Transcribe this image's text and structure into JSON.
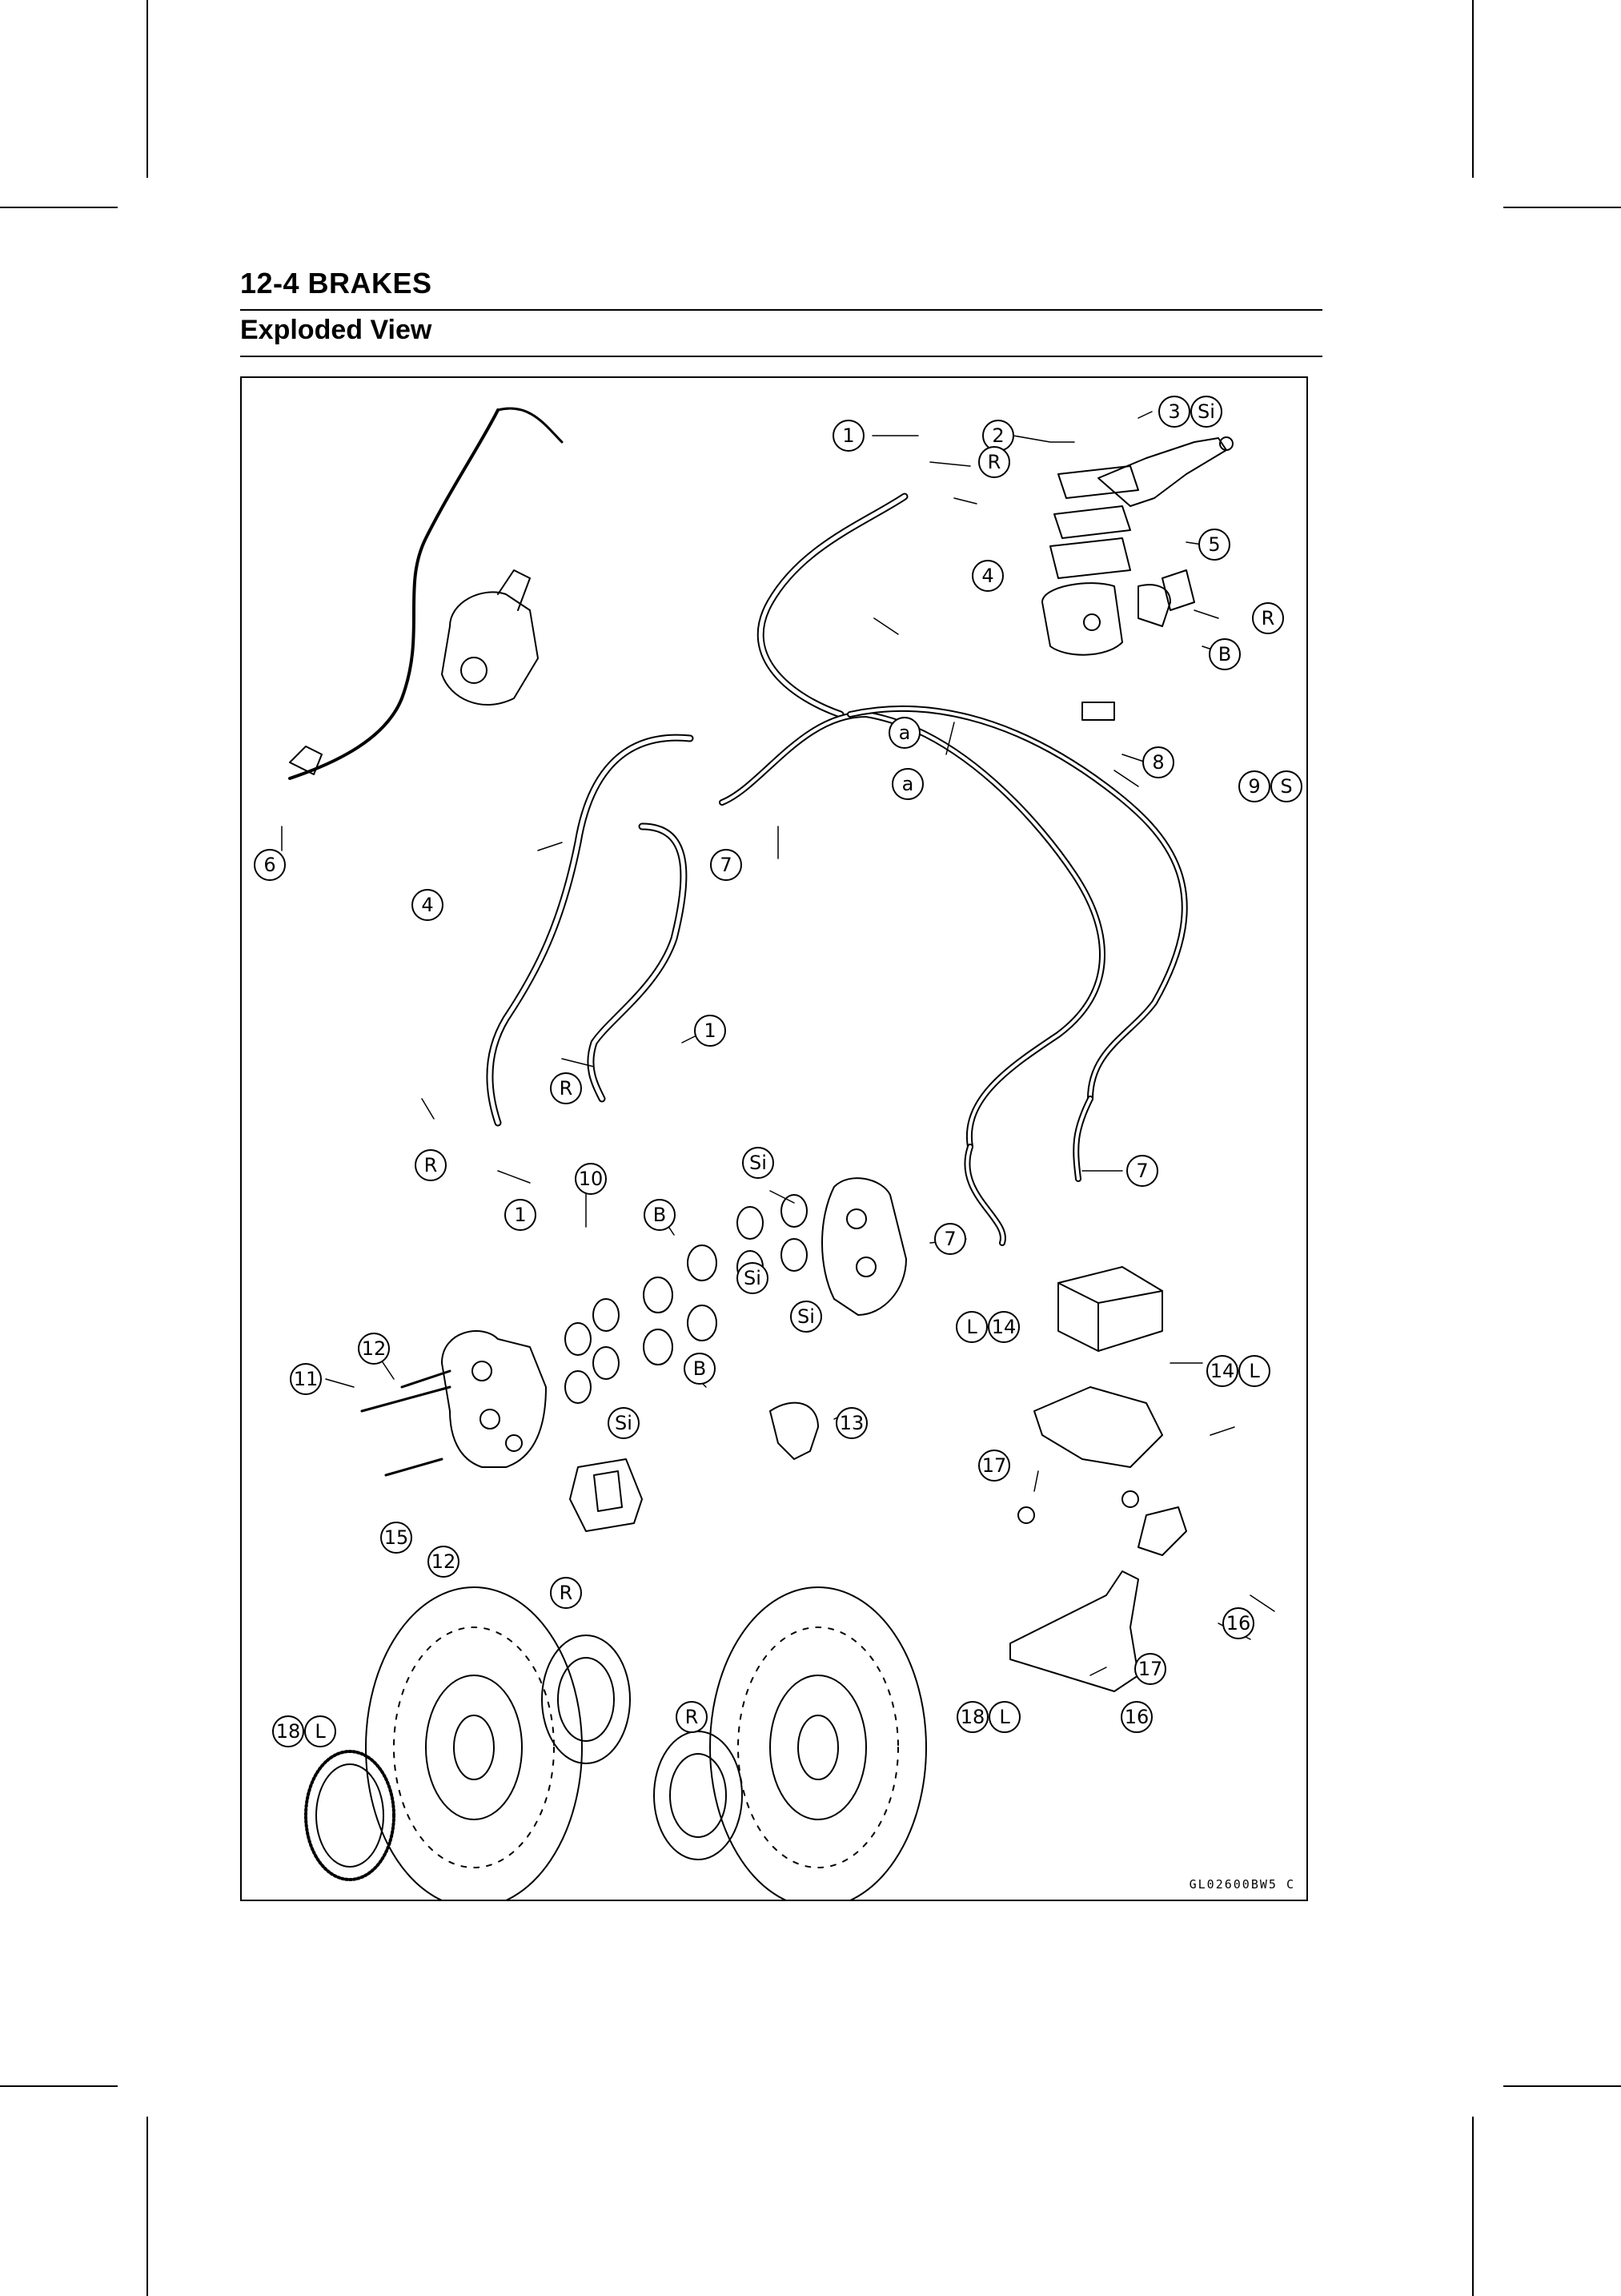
{
  "header": {
    "title": "12-4 BRAKES",
    "subtitle": "Exploded View"
  },
  "figure": {
    "code": "GL02600BW5 C",
    "callouts": [
      {
        "items": [
          "1"
        ]
      },
      {
        "items": [
          "2"
        ]
      },
      {
        "items": [
          "3",
          "Si"
        ]
      },
      {
        "items": [
          "R"
        ]
      },
      {
        "items": [
          "4"
        ]
      },
      {
        "items": [
          "5"
        ]
      },
      {
        "items": [
          "R"
        ]
      },
      {
        "items": [
          "B"
        ]
      },
      {
        "items": [
          "a"
        ]
      },
      {
        "items": [
          "a"
        ]
      },
      {
        "items": [
          "8"
        ]
      },
      {
        "items": [
          "9",
          "S"
        ]
      },
      {
        "items": [
          "6"
        ]
      },
      {
        "items": [
          "7"
        ]
      },
      {
        "items": [
          "4"
        ]
      },
      {
        "items": [
          "1"
        ]
      },
      {
        "items": [
          "R"
        ]
      },
      {
        "items": [
          "R"
        ]
      },
      {
        "items": [
          "1"
        ]
      },
      {
        "items": [
          "10"
        ]
      },
      {
        "items": [
          "B"
        ]
      },
      {
        "items": [
          "Si"
        ]
      },
      {
        "items": [
          "7"
        ]
      },
      {
        "items": [
          "7"
        ]
      },
      {
        "items": [
          "Si"
        ]
      },
      {
        "items": [
          "Si"
        ]
      },
      {
        "items": [
          "L",
          "14"
        ]
      },
      {
        "items": [
          "12"
        ]
      },
      {
        "items": [
          "11"
        ]
      },
      {
        "items": [
          "B"
        ]
      },
      {
        "items": [
          "Si"
        ]
      },
      {
        "items": [
          "13"
        ]
      },
      {
        "items": [
          "14",
          "L"
        ]
      },
      {
        "items": [
          "17"
        ]
      },
      {
        "items": [
          "15"
        ]
      },
      {
        "items": [
          "12"
        ]
      },
      {
        "items": [
          "16"
        ]
      },
      {
        "items": [
          "R"
        ]
      },
      {
        "items": [
          "17"
        ]
      },
      {
        "items": [
          "R"
        ]
      },
      {
        "items": [
          "18",
          "L"
        ]
      },
      {
        "items": [
          "16"
        ]
      },
      {
        "items": [
          "18",
          "L"
        ]
      }
    ]
  }
}
